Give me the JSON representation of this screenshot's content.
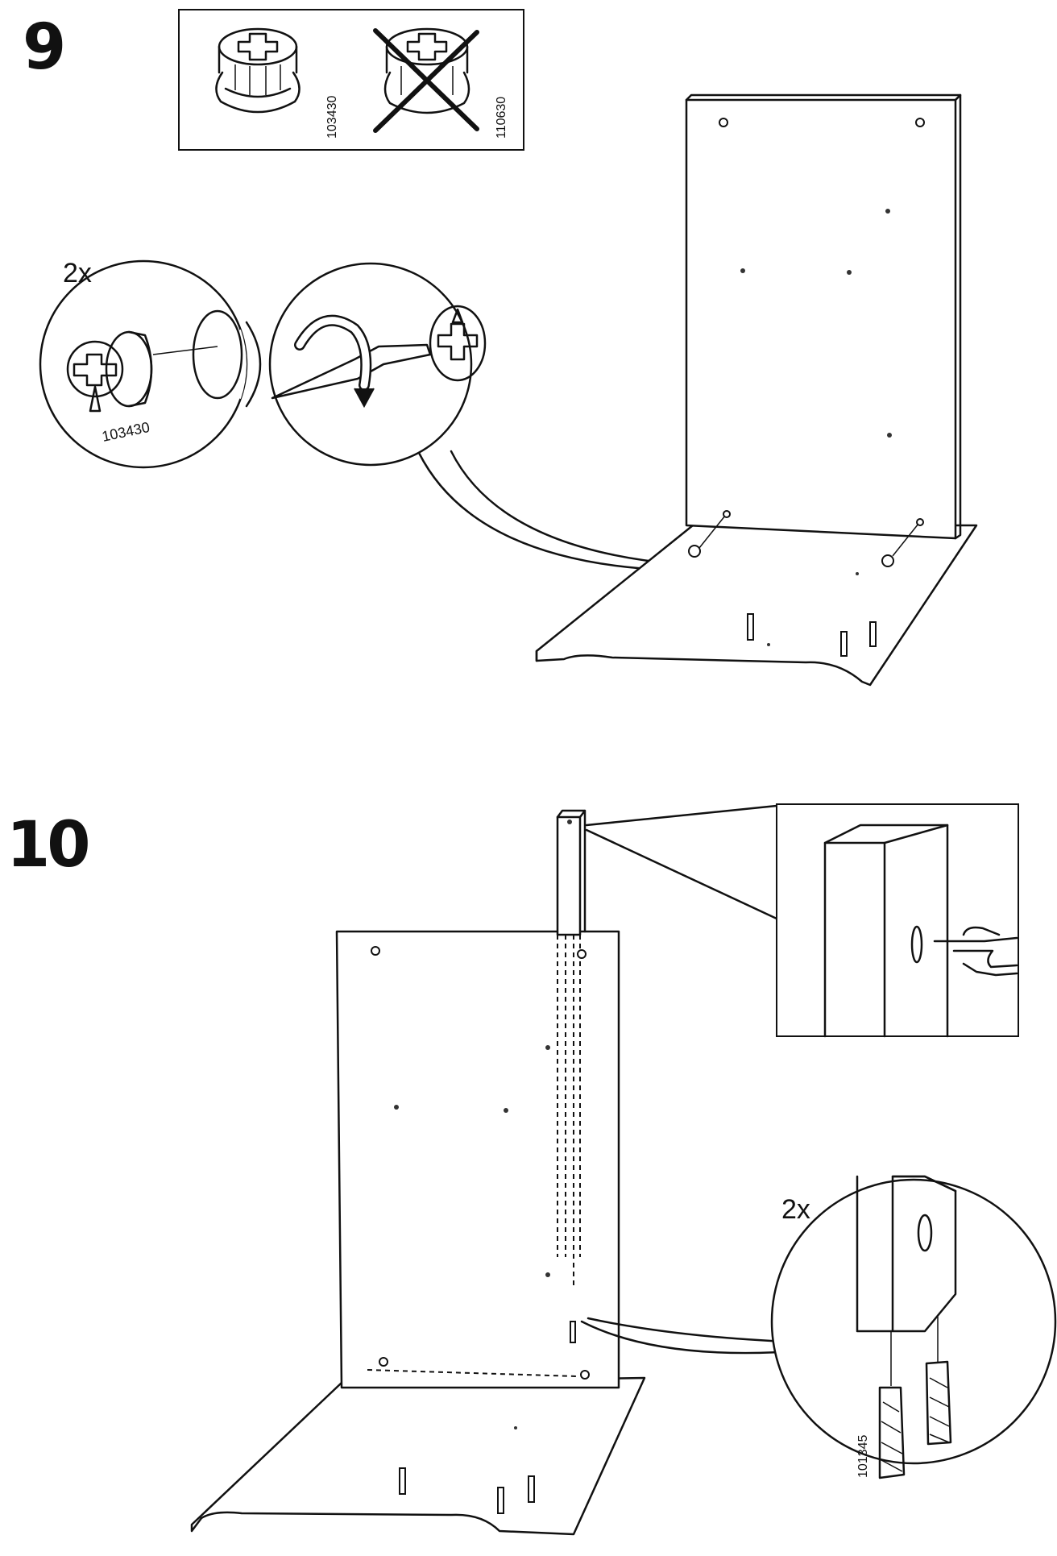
{
  "steps": [
    {
      "number": "9",
      "callouts": {
        "correct_part": "103430",
        "wrong_part": "110630",
        "quantity": "2x",
        "part_label": "103430"
      }
    },
    {
      "number": "10",
      "callouts": {
        "quantity": "2x",
        "part_label": "101345"
      }
    }
  ],
  "icons": [
    "cam-lock-icon",
    "screwdriver-icon",
    "rotate-arrow-icon",
    "dowel-icon",
    "pointing-hand-icon",
    "cross-out-icon"
  ]
}
